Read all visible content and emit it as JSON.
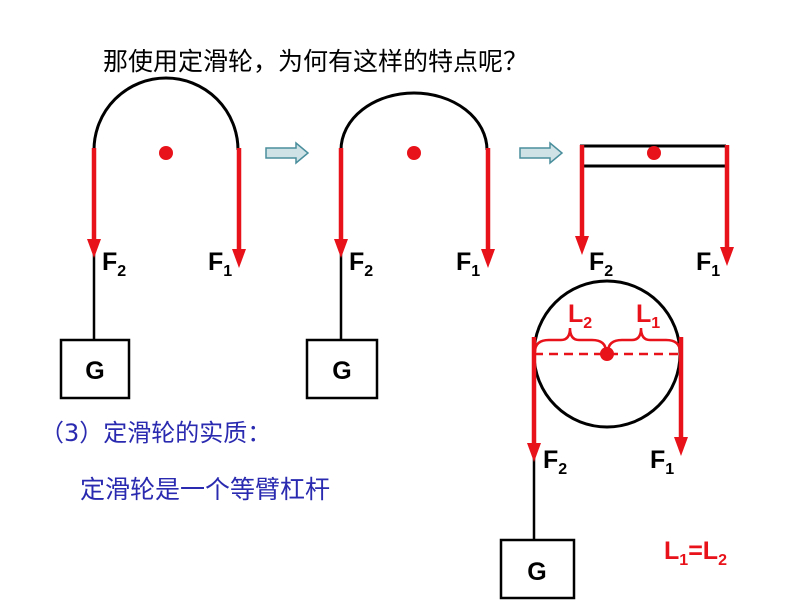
{
  "title": "那使用定滑轮，为何有这样的特点呢？",
  "section_heading": "（3）定滑轮的实质：",
  "conclusion": "定滑轮是一个等臂杠杆",
  "weight_label": "G",
  "force_base": "F",
  "force2_sub": "2",
  "force1_sub": "1",
  "lever_base": "L",
  "lever2_sub": "2",
  "lever1_sub": "1",
  "equation": {
    "a": "L",
    "a_sub": "1",
    "eq": "=",
    "b": "L",
    "b_sub": "2"
  },
  "colors": {
    "force": "#e8121a",
    "text_blue": "#2a2ab0",
    "arrow_fill": "#cfe2e6",
    "arrow_stroke": "#4a8e9c"
  }
}
